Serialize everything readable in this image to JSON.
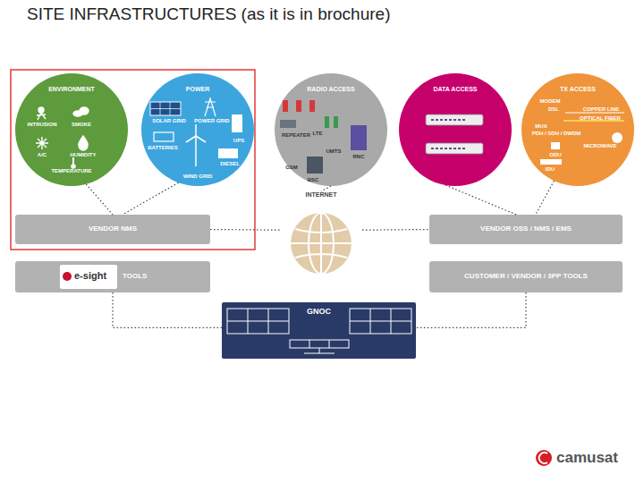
{
  "diagram": {
    "title": "SITE INFRASTRUCTURES (as it is in brochure)",
    "nodes": [
      {
        "text": [
          "ENVIRONMENT",
          "INTRUSION",
          "SMOKE",
          "A/C",
          "HUMIDITY",
          "TEMPERATURE"
        ]
      },
      {
        "text": [
          "POWER",
          "SOLAR GRID",
          "POWER GRID",
          "UPS",
          "BATTERIES",
          "DIESEL",
          "WIND GRID"
        ]
      },
      {
        "text": [
          "RADIO ACCESS",
          "REPEATER",
          "LTE",
          "UMTS",
          "RNC",
          "GSM",
          "BSC"
        ]
      },
      {
        "text": [
          "DATA ACCESS"
        ]
      },
      {
        "text": [
          "TX ACCESS",
          "MODEM",
          "DSL",
          "COPPER LINE",
          "OPTICAL FIBER",
          "MUX",
          "PDH / SDH / DWDM",
          "MICROWAVE",
          "ODU",
          "IDU"
        ]
      },
      {
        "text": [
          "VENDOR NMS"
        ]
      },
      {
        "text": [
          "INTERNET"
        ]
      },
      {
        "text": [
          "VENDOR OSS / NMS / EMS"
        ]
      },
      {
        "text": [
          "TOOLS"
        ]
      },
      {
        "text": [
          "e-sight"
        ],
        "in": 8
      },
      {
        "text": [
          "CUSTOMER / VENDOR / 3PP TOOLS"
        ]
      },
      {
        "text": [
          "GNOC"
        ]
      }
    ],
    "edges": [
      {
        "from": 0,
        "to": 5,
        "arrow": "none"
      },
      {
        "from": 1,
        "to": 5,
        "arrow": "none"
      },
      {
        "from": 2,
        "to": 6,
        "arrow": "none"
      },
      {
        "from": 3,
        "to": 7,
        "arrow": "none"
      },
      {
        "from": 4,
        "to": 7,
        "arrow": "none"
      },
      {
        "from": 5,
        "to": 6,
        "arrow": "none"
      },
      {
        "from": 6,
        "to": 7,
        "arrow": "none"
      },
      {
        "from": 8,
        "to": 11,
        "arrow": "none"
      },
      {
        "from": 10,
        "to": 11,
        "arrow": "none"
      }
    ],
    "labels": [
      "camusat"
    ]
  }
}
